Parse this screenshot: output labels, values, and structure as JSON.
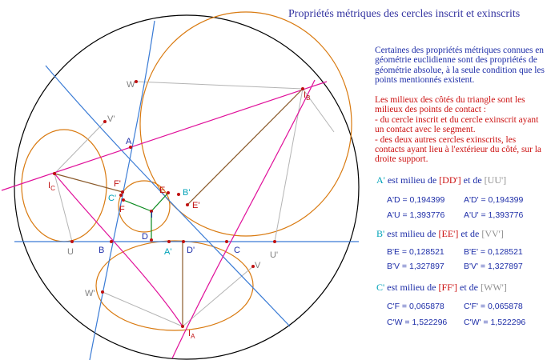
{
  "title": "Propriétés métriques des cercles inscrit et exinscrits",
  "intro": "Certaines des propriétés métriques connues en géométrie euclidienne sont des propriétés de géométrie absolue, à la seule condition que les points mentionnés existent.",
  "midpoints_text": [
    "Les milieux des côtés du triangle sont les milieux des points de contact :",
    "- du cercle inscrit et du cercle exinscrit ayant un contact avec le segment.",
    "- des deux autres cercles exinscrits, les contacts ayant lieu à l'extérieur du côté, sur la droite support."
  ],
  "connectors": {
    "est_milieu": "est milieu de",
    "et_de": "et de"
  },
  "blocks": [
    {
      "point": "A'",
      "seg1": "[DD']",
      "seg2": "[UU']",
      "values": [
        [
          "A'D = 0,194399",
          "A'D' = 0,194399"
        ],
        [
          "A'U = 1,393776",
          "A'U' = 1,393776"
        ]
      ]
    },
    {
      "point": "B'",
      "seg1": "[EE']",
      "seg2": "[VV']",
      "values": [
        [
          "B'E = 0,128521",
          "B'E' = 0,128521"
        ],
        [
          "B'V = 1,327897",
          "B'V' = 1,327897"
        ]
      ]
    },
    {
      "point": "C'",
      "seg1": "[FF']",
      "seg2": "[WW']",
      "values": [
        [
          "C'F = 0,065878",
          "C'F' = 0,065878"
        ],
        [
          "C'W = 1,522296",
          "C'W' = 1,522296"
        ]
      ]
    }
  ],
  "points": {
    "A": "A",
    "B": "B",
    "C": "C",
    "A1": "A'",
    "B1": "B'",
    "C1": "C'",
    "D": "D",
    "D1": "D'",
    "E": "E",
    "E1": "E'",
    "F": "F",
    "F1": "F'",
    "I": "I",
    "IA": "I",
    "IB": "I",
    "IC": "I",
    "IA_sub": "A",
    "IB_sub": "B",
    "IC_sub": "C",
    "U": "U",
    "U1": "U'",
    "V": "V",
    "V1": "V'",
    "W": "W",
    "W1": "W'"
  },
  "colors": {
    "disk": "#000000",
    "circles": "#d97a10",
    "bisectors": "#e0109a",
    "sides": "#3a7bd5",
    "radii_in": "#0a8a1e",
    "radii_ex": "#8a5a2a",
    "gray": "#b4b4b4",
    "label": "#1e2ea8",
    "point": "#c01010"
  }
}
